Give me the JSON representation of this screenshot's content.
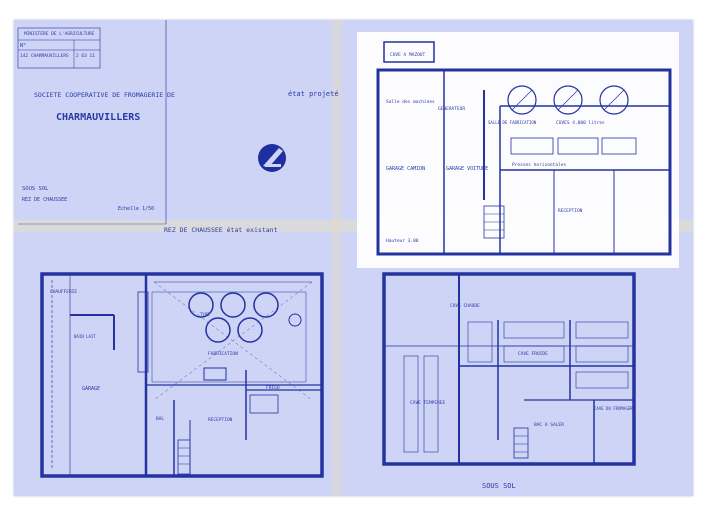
{
  "title_block": {
    "ministry": "MINISTERE DE L'AGRICULTURE",
    "number_label": "N°",
    "project_code": "142 CHARMAUVILLERS",
    "code_right": "2 63 11"
  },
  "header": {
    "society": "SOCIETE COOPERATIVE DE FROMAGERIE DE",
    "town": "CHARMAUVILLERS",
    "sheet_line1": "SOUS SOL",
    "sheet_line2": "REZ DE CHAUSSEE",
    "scale": "Echelle 1/50"
  },
  "projected_plan": {
    "title": "état projeté",
    "labels": {
      "cuve_mazout": "CUVE A MAZOUT",
      "salle_machines": "Salle des machines",
      "generateur": "GENERATEUR",
      "salle_fabrication": "SALLE DE FABRICATION",
      "cuves": "CUVES 4.000 litres",
      "garage_camion": "GARAGE CAMION",
      "garage_voiture": "GARAGE VOITURE",
      "presses": "Presses horizontales",
      "reception": "RECEPTION",
      "hauteur": "Hauteur 3.00"
    }
  },
  "ground_floor_plan": {
    "title": "REZ DE CHAUSSEE  état existant",
    "labels": {
      "chaufferie": "CHAUFFERIE",
      "garage": "GARAGE",
      "fabrication": "FABRICATION",
      "frigo": "FRIGO",
      "reception": "RECEPTION",
      "bal": "BAL",
      "bain_lait": "BAIN LAIT",
      "cuve_label": "TYPE"
    }
  },
  "basement_plan": {
    "title": "SOUS SOL",
    "labels": {
      "cave_chaude": "CAVE CHAUDE",
      "cave_froide": "CAVE FROIDE",
      "cave_temperee": "CAVE TEMPEREE",
      "bac_saler": "BAC A SALER",
      "cave_fromager": "CAVE DU FROMAGER"
    }
  },
  "colors": {
    "paper": "#cdd4f5",
    "ink": "#2433a0",
    "stain": "#e9dcc0",
    "overlay": "#ffffff"
  }
}
